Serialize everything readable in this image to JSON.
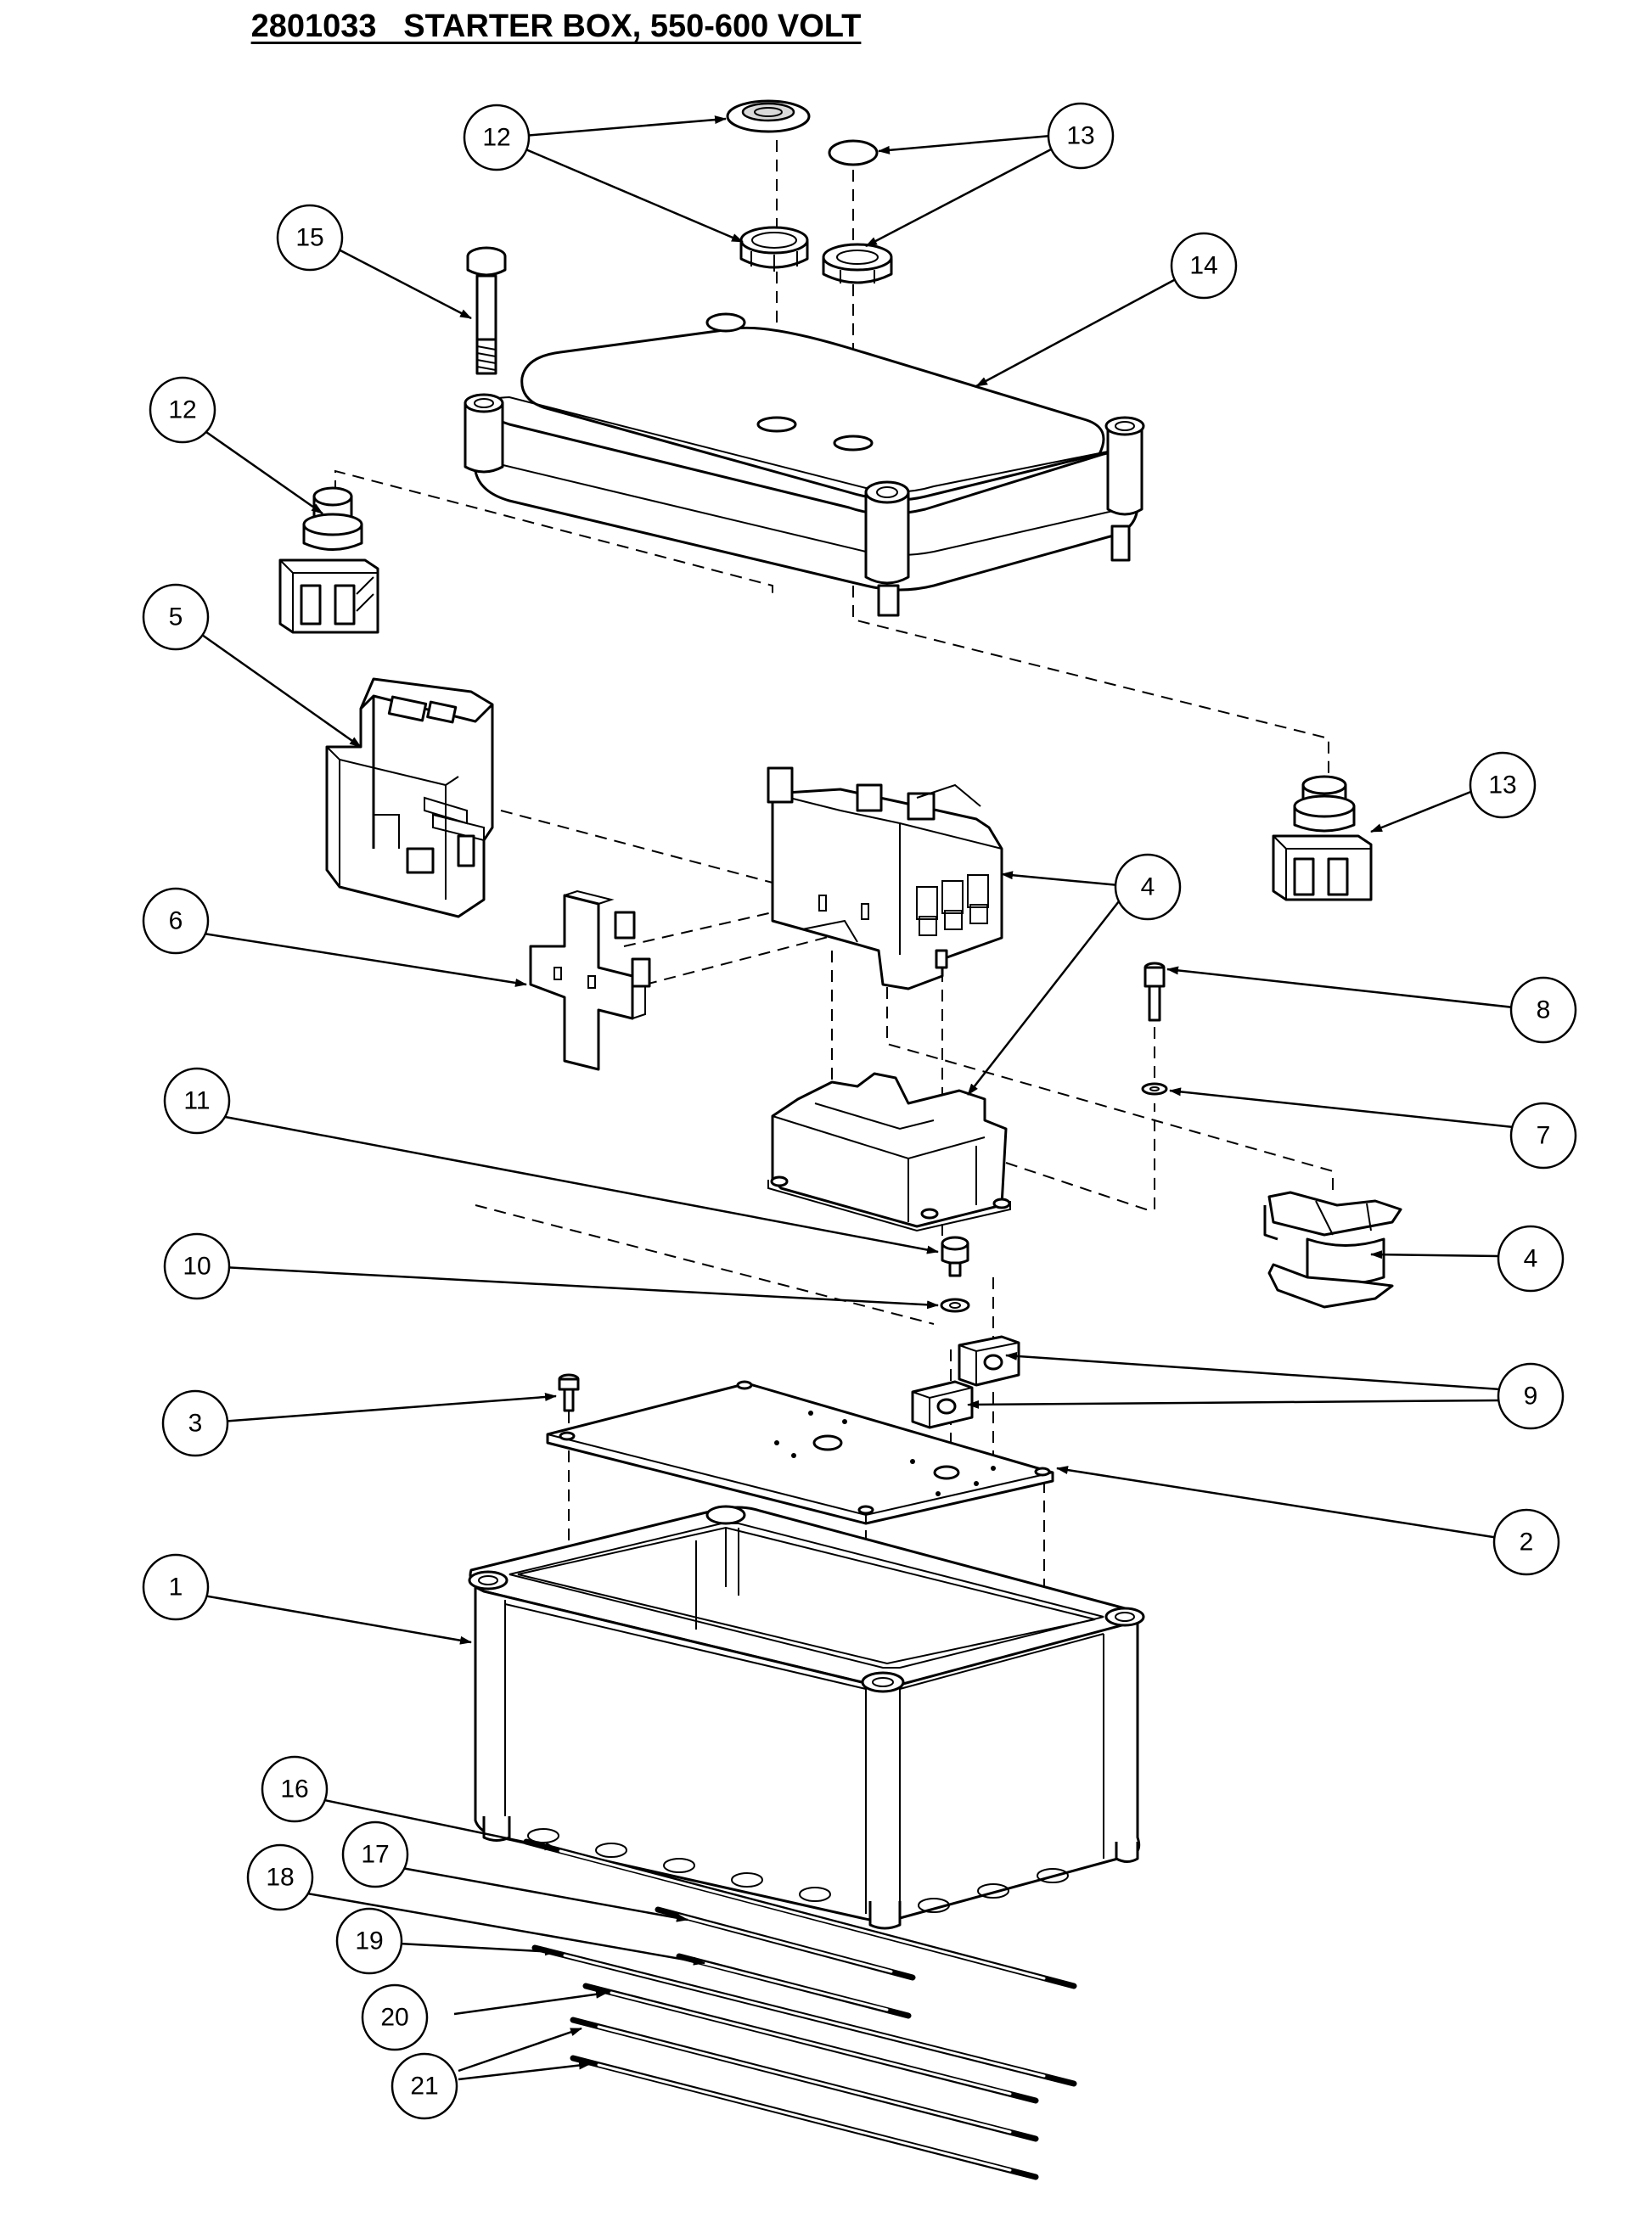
{
  "title": "2801033   STARTER BOX, 550-600 VOLT",
  "callouts": {
    "c12a": "12",
    "c13a": "13",
    "c15": "15",
    "c14": "14",
    "c12b": "12",
    "c5": "5",
    "c13b": "13",
    "c4a": "4",
    "c6": "6",
    "c8": "8",
    "c11": "11",
    "c7": "7",
    "c10": "10",
    "c4b": "4",
    "c9": "9",
    "c3": "3",
    "c2": "2",
    "c1": "1",
    "c16": "16",
    "c17": "17",
    "c18": "18",
    "c19": "19",
    "c20": "20",
    "c21": "21"
  }
}
